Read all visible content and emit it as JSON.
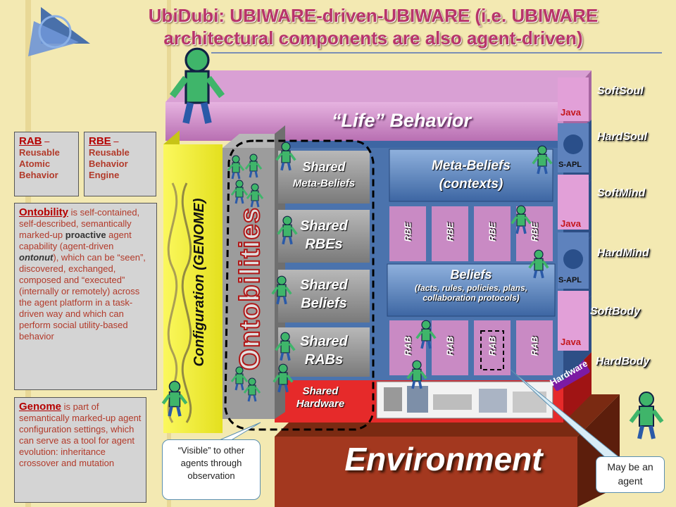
{
  "title": "UbiDubi: UBIWARE-driven-UBIWARE (i.e. UBIWARE architectural components are also agent-driven)",
  "layers": {
    "soft_soul": "SoftSoul",
    "hard_soul": "HardSoul",
    "soft_mind": "SoftMind",
    "hard_mind": "HardMind",
    "soft_body": "SoftBody",
    "hard_body": "HardBody"
  },
  "life_behavior": "“Life” Behavior",
  "configuration": "Configuration (GENOME)",
  "ontobilities": "Ontobilities",
  "shared": {
    "meta_beliefs": [
      "Shared",
      "Meta-Beliefs"
    ],
    "rbes": [
      "Shared",
      "RBEs"
    ],
    "beliefs": [
      "Shared",
      "Beliefs"
    ],
    "rabs": [
      "Shared",
      "RABs"
    ],
    "hardware": [
      "Shared",
      "Hardware"
    ]
  },
  "meta_beliefs": [
    "Meta-Beliefs",
    "(contexts)"
  ],
  "rbe_label": "RBE",
  "rab_label": "RAB",
  "beliefs": {
    "title": "Beliefs",
    "subtitle": "(facts, rules, policies, plans, collaboration protocols)"
  },
  "hardware": "Hardware",
  "environment": "Environment",
  "java_label": "Java",
  "sapl_label": "S-APL",
  "rab_box": {
    "term": "RAB",
    "dash": " –",
    "definition": "Reusable Atomic Behavior"
  },
  "rbe_box": {
    "term": "RBE",
    "dash": " –",
    "definition": "Reusable Behavior Engine"
  },
  "ontobility_box": {
    "term": "Ontobility",
    "t1": " is self-contained, self-described, semantically marked-up ",
    "k1": "proactive",
    "t2": " agent capability (agent-driven ",
    "k2": "ontonut",
    "t3": "), which can be “seen”, discovered, exchanged, composed and “executed” (internally or remotely) across the agent platform in a task-driven way and which can perform social utility-based behavior"
  },
  "genome_box": {
    "term": "Genome",
    "text": " is part of semantically marked-up agent configuration settings, which can serve as a tool for agent evolution: inheritance crossover and mutation"
  },
  "visible_callout": "“Visible” to other agents through observation",
  "may_be_agent": "May be an agent",
  "colors": {
    "title": "#b8356b",
    "purple": "#c98ac4",
    "blue": "#5a7fb0",
    "red": "#e62a2a",
    "brown": "#a0381e",
    "yellow": "#f6f23c",
    "green_agent": "#3fb56a"
  }
}
